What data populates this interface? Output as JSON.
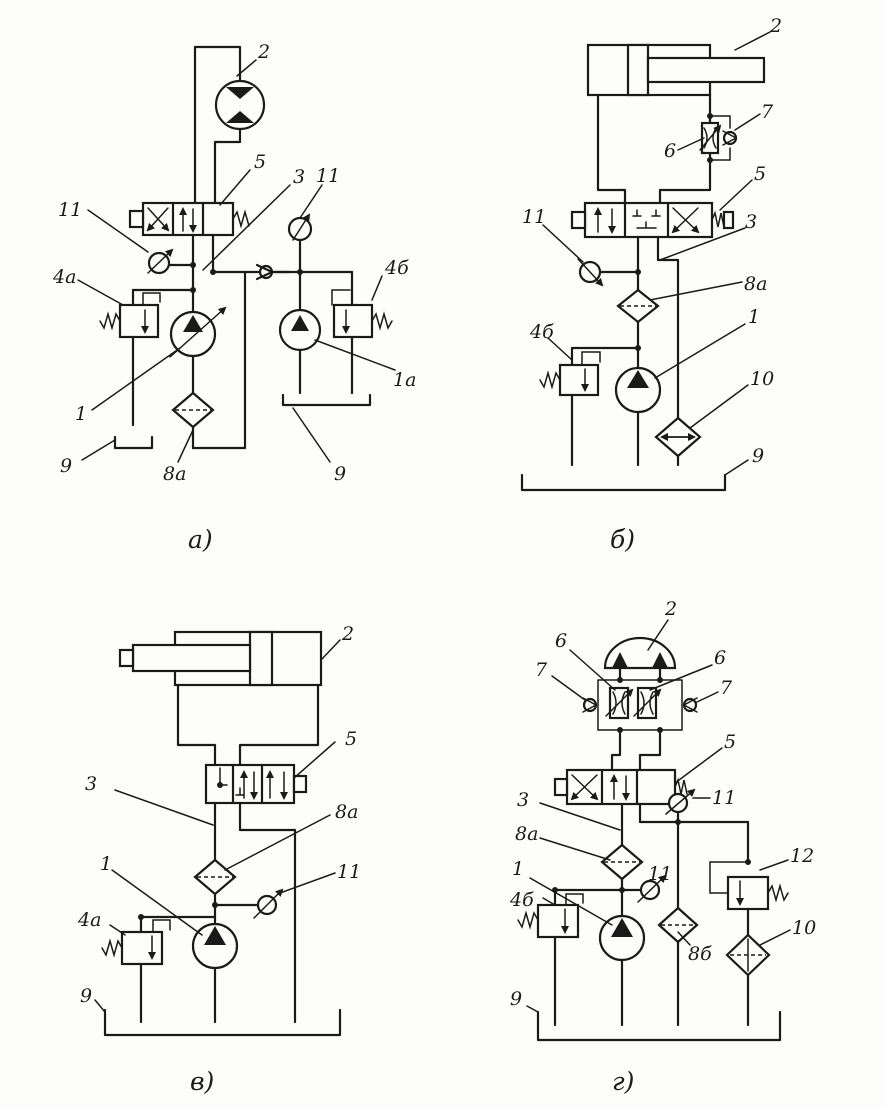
{
  "panels": {
    "a": {
      "caption": "а)",
      "labels": {
        "l2": "2",
        "l5": "5",
        "l3": "3",
        "l11a": "11",
        "l11b": "11",
        "l4a": "4а",
        "l4b": "4б",
        "l1": "1",
        "l1a": "1а",
        "l9a": "9",
        "l9b": "9",
        "l8a": "8а"
      }
    },
    "b": {
      "caption": "б)",
      "labels": {
        "l2": "2",
        "l7": "7",
        "l6": "6",
        "l5": "5",
        "l11": "11",
        "l3": "3",
        "l8a": "8а",
        "l1": "1",
        "l4b": "4б",
        "l10": "10",
        "l9": "9"
      }
    },
    "v": {
      "caption": "в)",
      "labels": {
        "l2": "2",
        "l5": "5",
        "l3": "3",
        "l8a": "8а",
        "l1": "1",
        "l11": "11",
        "l4a": "4а",
        "l9": "9"
      }
    },
    "g": {
      "caption": "г)",
      "labels": {
        "l2": "2",
        "l6a": "6",
        "l6b": "6",
        "l7a": "7",
        "l7b": "7",
        "l5": "5",
        "l11a": "11",
        "l3": "3",
        "l8a": "8а",
        "l11b": "11",
        "l12": "12",
        "l1": "1",
        "l4b": "4б",
        "l8b": "8б",
        "l10": "10",
        "l9": "9"
      }
    }
  }
}
